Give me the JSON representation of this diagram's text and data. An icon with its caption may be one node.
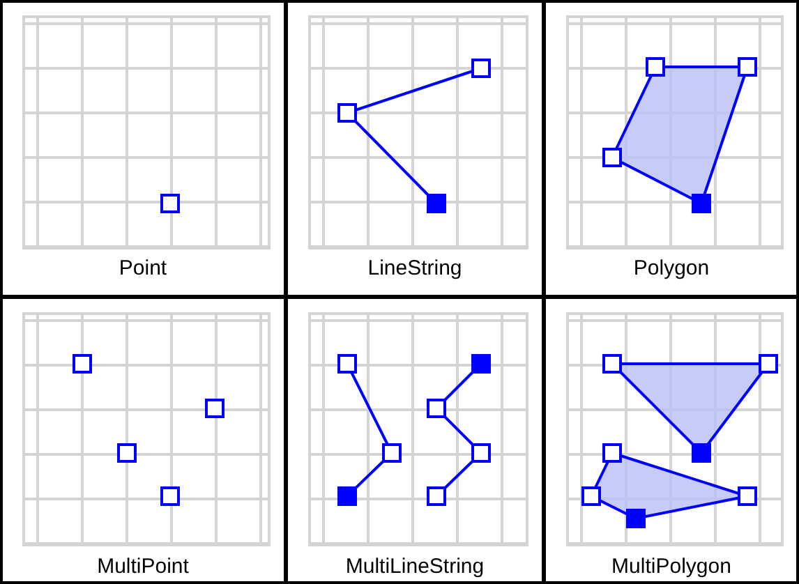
{
  "diagram": {
    "labels": [
      "Point",
      "LineString",
      "Polygon",
      "MultiPoint",
      "MultiLineString",
      "MultiPolygon"
    ]
  }
}
